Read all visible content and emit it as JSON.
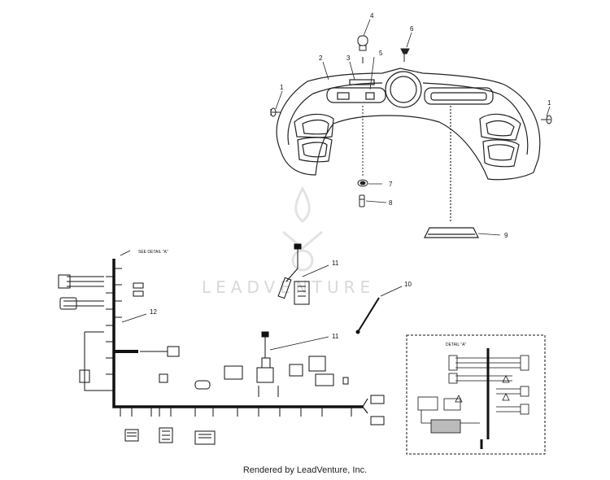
{
  "callouts": [
    {
      "id": "c1a",
      "text": "1"
    },
    {
      "id": "c1b",
      "text": "1"
    },
    {
      "id": "c2",
      "text": "2"
    },
    {
      "id": "c3",
      "text": "3"
    },
    {
      "id": "c4",
      "text": "4"
    },
    {
      "id": "c5",
      "text": "5"
    },
    {
      "id": "c6",
      "text": "6"
    },
    {
      "id": "c7",
      "text": "7"
    },
    {
      "id": "c8",
      "text": "8"
    },
    {
      "id": "c9",
      "text": "9"
    },
    {
      "id": "c10",
      "text": "10"
    },
    {
      "id": "c11a",
      "text": "11"
    },
    {
      "id": "c11b",
      "text": "11"
    },
    {
      "id": "c12",
      "text": "12"
    }
  ],
  "labels": {
    "see_detail": "SEE DETAIL \"A\"",
    "detail_title": "DETAIL \"A\""
  },
  "watermark": {
    "text": "LEADVENTURE",
    "color": "#d9d9d9"
  },
  "footer": "Rendered by LeadVenture, Inc."
}
